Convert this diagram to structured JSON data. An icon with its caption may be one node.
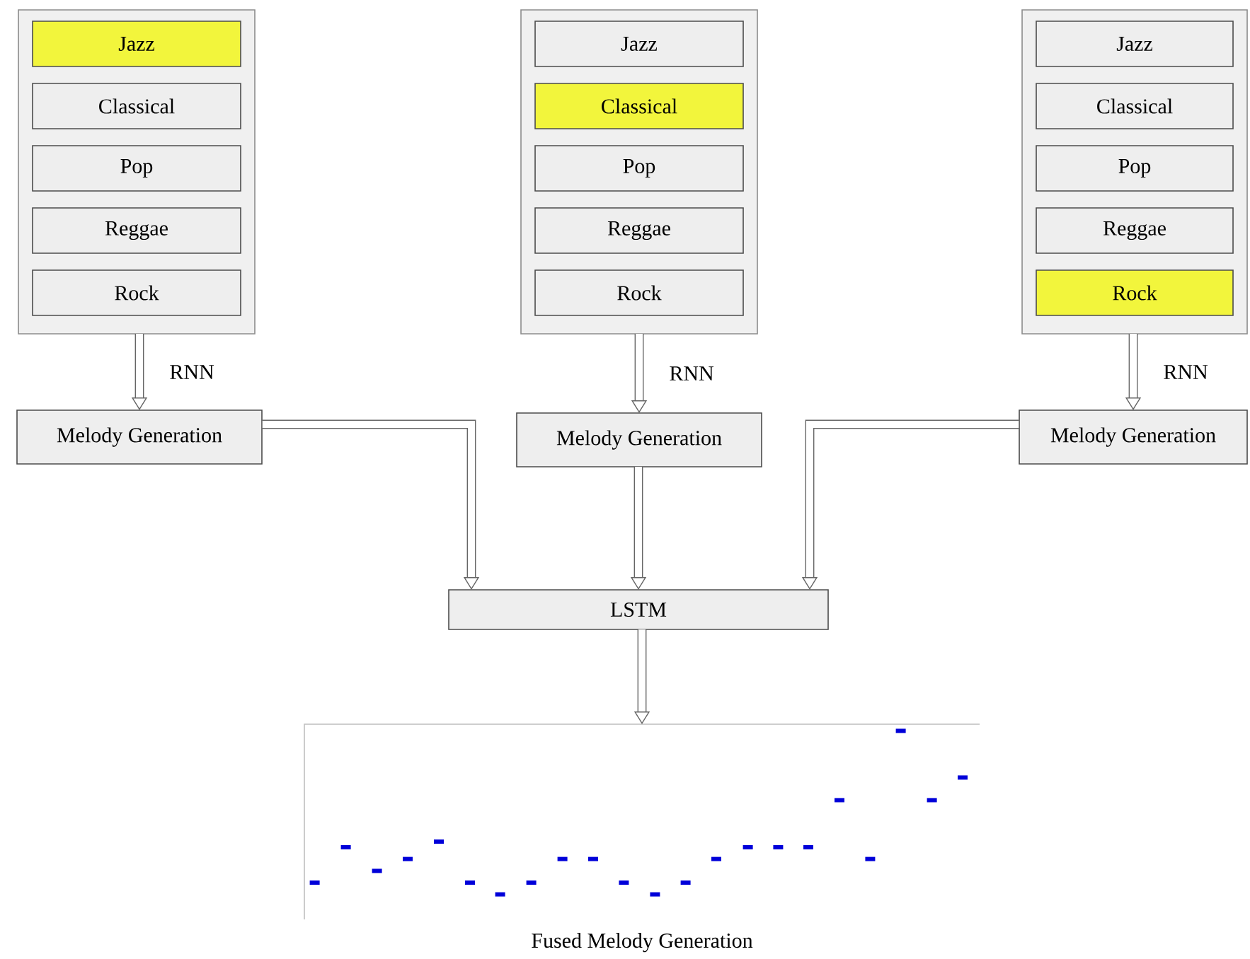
{
  "diagram": {
    "nodes": [
      {
        "text": [],
        "shape": "box"
      },
      {
        "text": [
          "Jazz"
        ],
        "in": 0
      },
      {
        "text": [
          "Classical"
        ],
        "in": 0
      },
      {
        "text": [
          "Pop"
        ],
        "in": 0
      },
      {
        "text": [
          "Reggae"
        ],
        "in": 0
      },
      {
        "text": [
          "Rock"
        ],
        "in": 0
      },
      {
        "text": [],
        "shape": "box"
      },
      {
        "text": [
          "Jazz"
        ],
        "in": 6
      },
      {
        "text": [
          "Classical"
        ],
        "in": 6
      },
      {
        "text": [
          "Pop"
        ],
        "in": 6
      },
      {
        "text": [
          "Reggae"
        ],
        "in": 6
      },
      {
        "text": [
          "Rock"
        ],
        "in": 6
      },
      {
        "text": [],
        "shape": "box"
      },
      {
        "text": [
          "Jazz"
        ],
        "in": 12
      },
      {
        "text": [
          "Classical"
        ],
        "in": 12
      },
      {
        "text": [
          "Pop"
        ],
        "in": 12
      },
      {
        "text": [
          "Reggae"
        ],
        "in": 12
      },
      {
        "text": [
          "Rock"
        ],
        "in": 12
      },
      {
        "text": [
          "Melody Generation"
        ]
      },
      {
        "text": [
          "Melody Generation"
        ]
      },
      {
        "text": [
          "Melody Generation"
        ]
      },
      {
        "text": [
          "LSTM"
        ]
      },
      {
        "text": [],
        "shape": "picture",
        "beside": [
          "Fused Melody Generation"
        ]
      }
    ],
    "edges": [
      {
        "from": 0,
        "to": 18,
        "arrow": "to",
        "label": "RNN"
      },
      {
        "from": 6,
        "to": 19,
        "arrow": "to",
        "label": "RNN"
      },
      {
        "from": 12,
        "to": 20,
        "arrow": "to",
        "label": "RNN"
      },
      {
        "from": 18,
        "to": 21,
        "arrow": "to"
      },
      {
        "from": 19,
        "to": 21,
        "arrow": "to"
      },
      {
        "from": 20,
        "to": 21,
        "arrow": "to"
      },
      {
        "from": 21,
        "to": 22,
        "arrow": "to"
      }
    ]
  }
}
